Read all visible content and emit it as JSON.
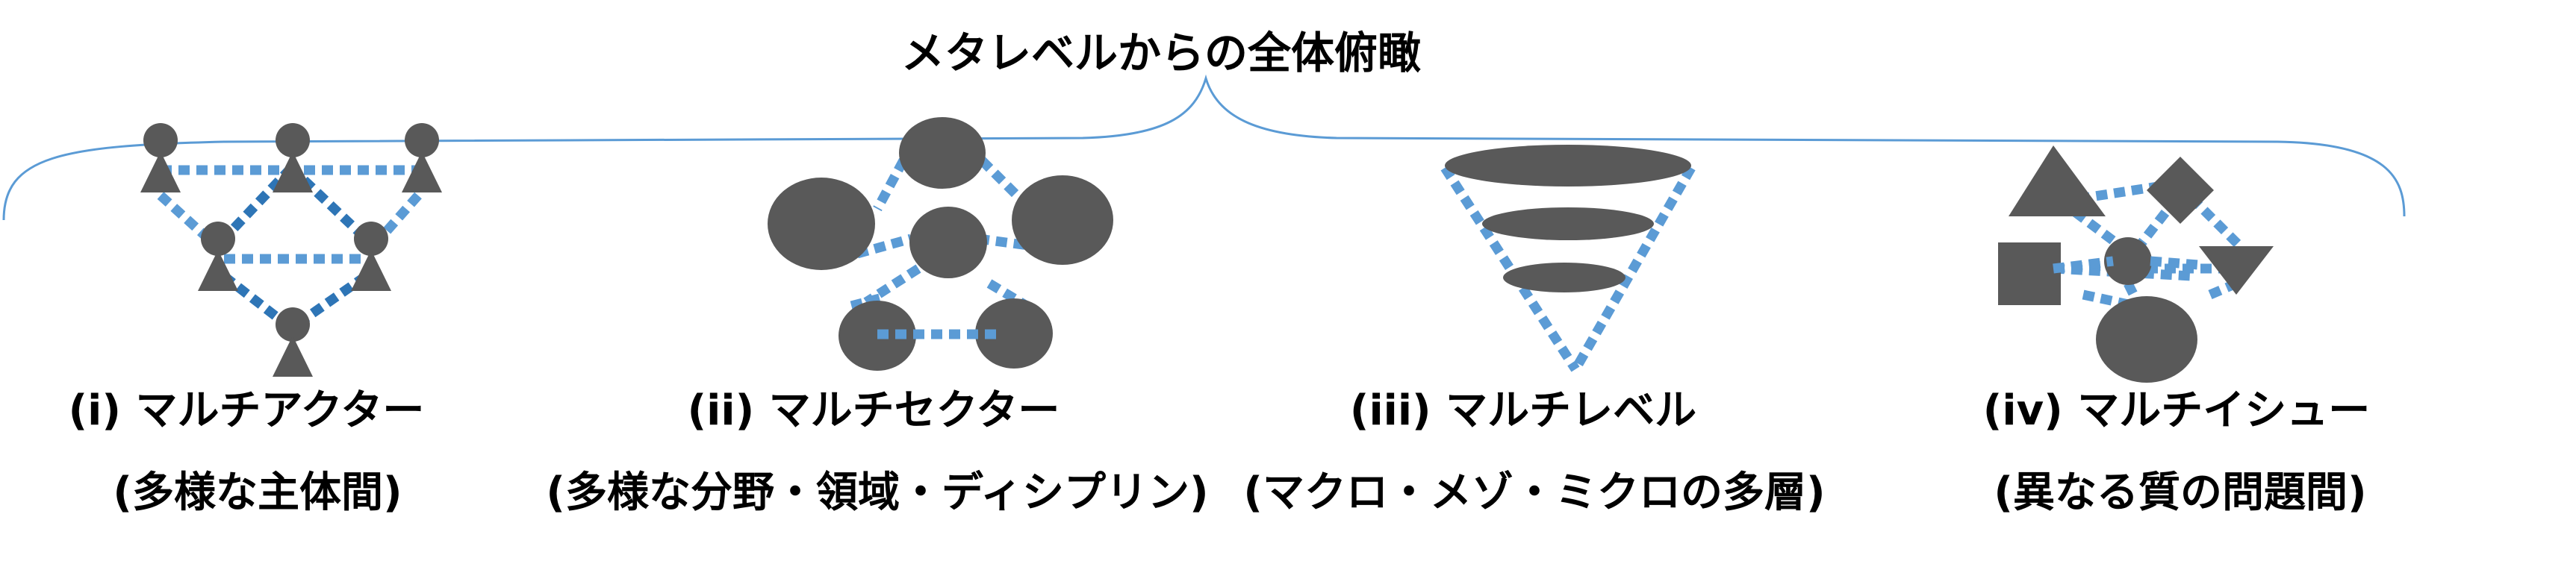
{
  "title": "メタレベルからの全体俯瞰",
  "panels": [
    {
      "heading": "(i) マルチアクター",
      "subheading": "(多様な主体間)"
    },
    {
      "heading": "(ii) マルチセクター",
      "subheading": "(多様な分野・領域・ディシプリン)"
    },
    {
      "heading": "(iii) マルチレベル",
      "subheading": "(マクロ・メゾ・ミクロの多層)"
    },
    {
      "heading": "(iv) マルチイシュー",
      "subheading": "(異なる質の問題間)"
    }
  ],
  "colors": {
    "shape_fill": "#595959",
    "dotted_link": "#5b9bd5",
    "dotted_link_dark": "#2e75b6",
    "brace": "#5b9bd5",
    "text": "#000000"
  }
}
